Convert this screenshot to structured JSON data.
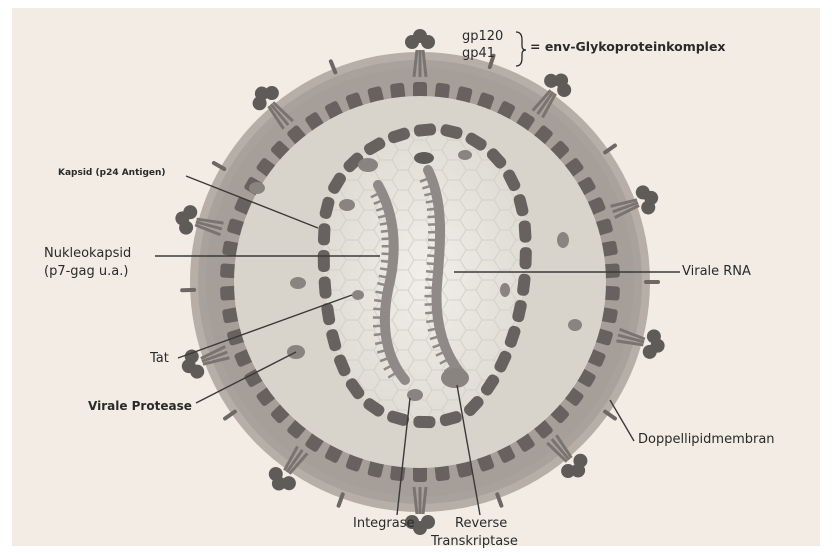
{
  "diagram": {
    "labels": {
      "gp120": "gp120",
      "gp41": "gp41",
      "env_complex": "= env-Glykoproteinkomplex",
      "kapsid": "Kapsid (p24 Antigen)",
      "nukleokapsid_line1": "Nukleokapsid",
      "nukleokapsid_line2": "(p7-gag u.a.)",
      "tat": "Tat",
      "virale_protease": "Virale Protease",
      "virale_rna": "Virale RNA",
      "doppellipidmembran": "Doppellipidmembran",
      "integrase": "Integrase",
      "reverse_line1": "Reverse",
      "reverse_line2": "Transkriptase"
    },
    "colors": {
      "background_panel": "#f2ece4",
      "membrane": "#b7aea7",
      "matrix": "#a59e99",
      "segment": "#676260",
      "inner": "#e6e4dc",
      "rna": "#8f8a88",
      "spike": "#5f5b59",
      "leader": "#3a3a3a"
    }
  }
}
